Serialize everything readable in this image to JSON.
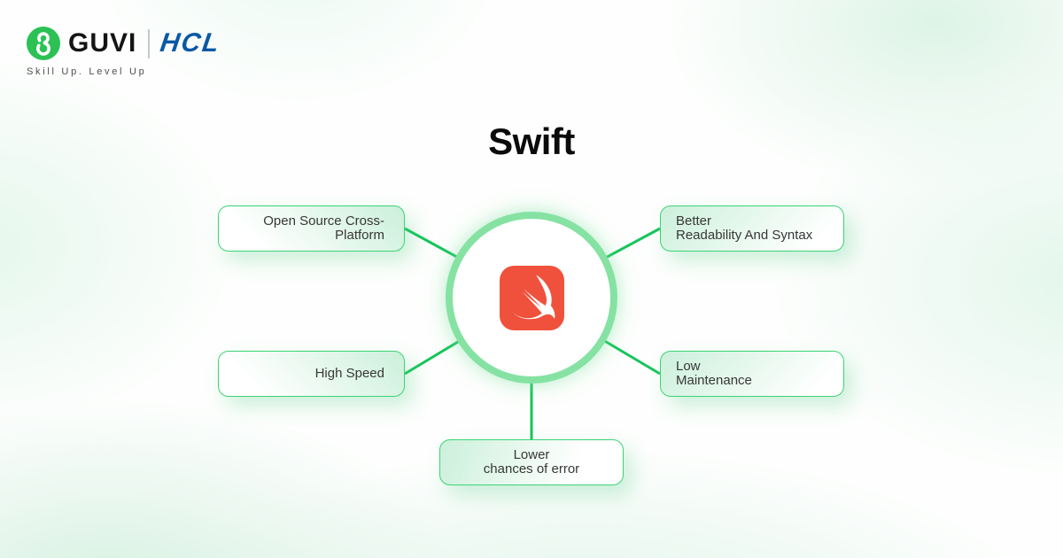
{
  "brand": {
    "guvi_label": "GUVI",
    "hcl_label": "HCL",
    "tagline": "Skill Up. Level Up",
    "guvi_green": "#2bc155",
    "hcl_blue": "#0a58a5"
  },
  "title": "Swift",
  "diagram": {
    "center": {
      "icon": "swift-logo",
      "swift_orange": "#f0513c"
    },
    "accents": {
      "line_green": "#17c55c",
      "circle_ring_green": "#85e2a3",
      "node_border_green": "#3bd475",
      "node_fill_green": "#cbf0da"
    },
    "nodes": [
      {
        "id": "open-source-cross-platform",
        "lines": [
          "Open Source Cross-",
          "Platform"
        ]
      },
      {
        "id": "better-readability-and-syntax",
        "lines": [
          "Better",
          "Readability And Syntax"
        ]
      },
      {
        "id": "high-speed",
        "lines": [
          "High Speed"
        ]
      },
      {
        "id": "low-maintenance",
        "lines": [
          "Low",
          "Maintenance"
        ]
      },
      {
        "id": "lower-chances-of-error",
        "lines": [
          "Lower",
          "chances of error"
        ]
      }
    ]
  }
}
